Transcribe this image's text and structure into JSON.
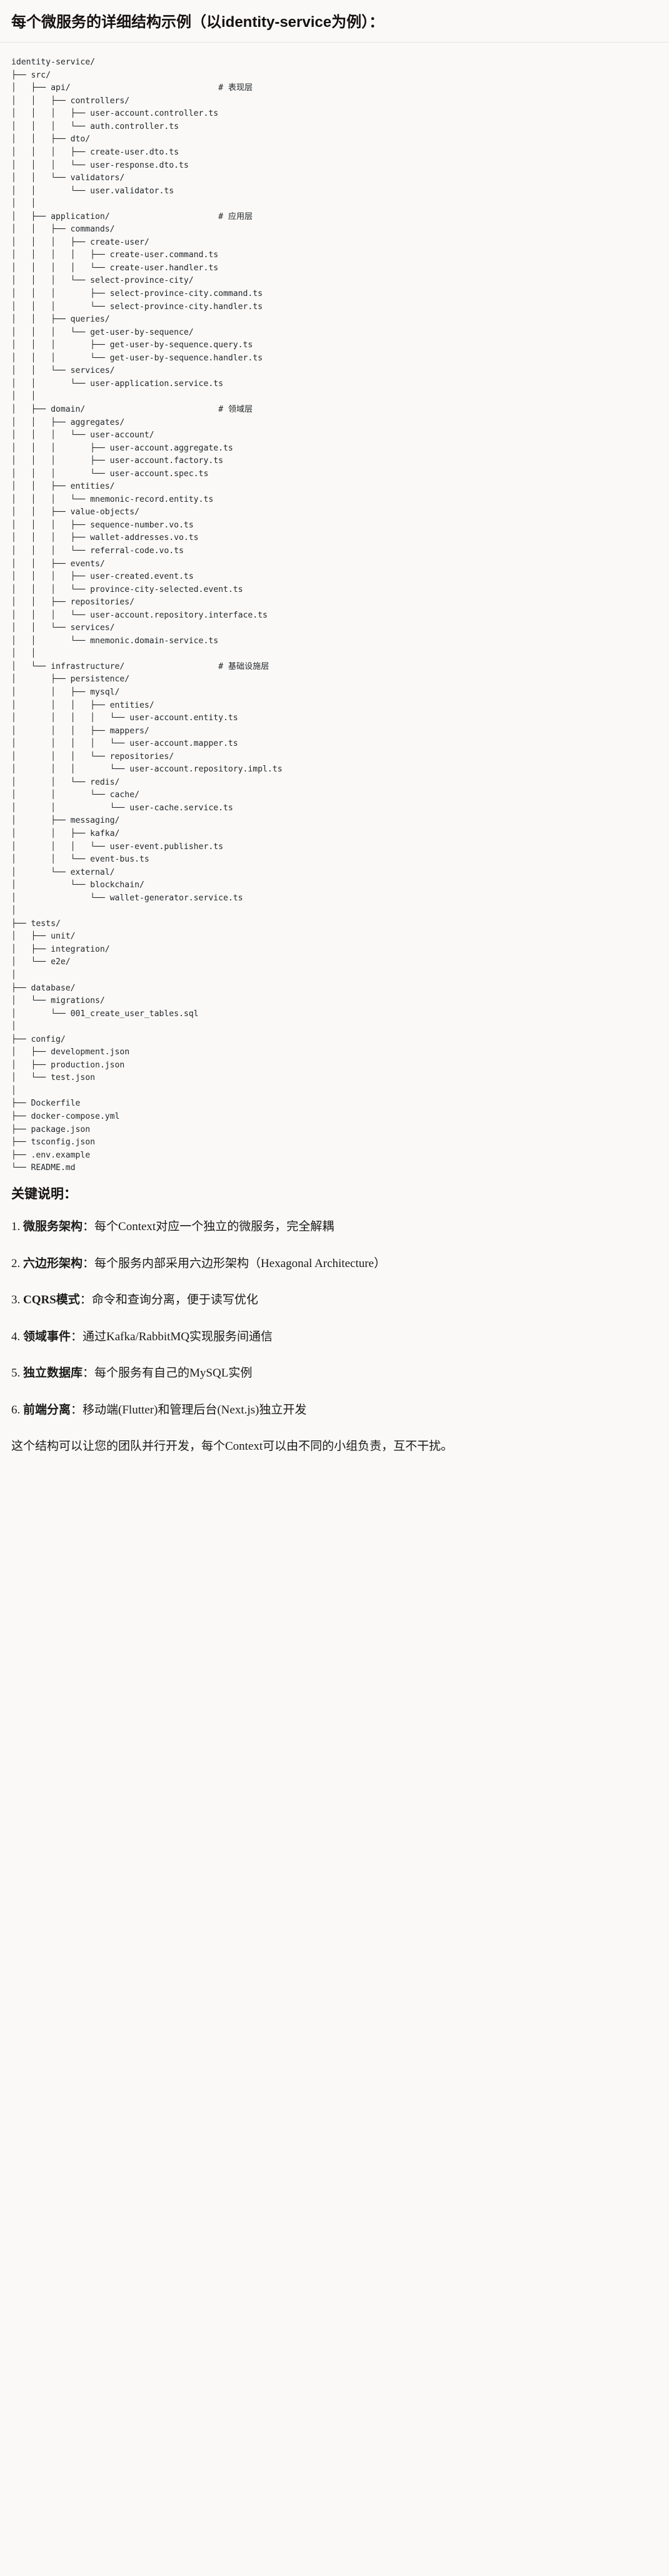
{
  "header": {
    "title": "每个微服务的详细结构示例（以identity-service为例）："
  },
  "tree": {
    "root": "identity-service/",
    "lines": [
      "identity-service/",
      "├── src/",
      "│   ├── api/                              # 表现层",
      "│   │   ├── controllers/",
      "│   │   │   ├── user-account.controller.ts",
      "│   │   │   └── auth.controller.ts",
      "│   │   ├── dto/",
      "│   │   │   ├── create-user.dto.ts",
      "│   │   │   └── user-response.dto.ts",
      "│   │   └── validators/",
      "│   │       └── user.validator.ts",
      "│   │",
      "│   ├── application/                      # 应用层",
      "│   │   ├── commands/",
      "│   │   │   ├── create-user/",
      "│   │   │   │   ├── create-user.command.ts",
      "│   │   │   │   └── create-user.handler.ts",
      "│   │   │   └── select-province-city/",
      "│   │   │       ├── select-province-city.command.ts",
      "│   │   │       └── select-province-city.handler.ts",
      "│   │   ├── queries/",
      "│   │   │   └── get-user-by-sequence/",
      "│   │   │       ├── get-user-by-sequence.query.ts",
      "│   │   │       └── get-user-by-sequence.handler.ts",
      "│   │   └── services/",
      "│   │       └── user-application.service.ts",
      "│   │",
      "│   ├── domain/                           # 领域层",
      "│   │   ├── aggregates/",
      "│   │   │   └── user-account/",
      "│   │   │       ├── user-account.aggregate.ts",
      "│   │   │       ├── user-account.factory.ts",
      "│   │   │       └── user-account.spec.ts",
      "│   │   ├── entities/",
      "│   │   │   └── mnemonic-record.entity.ts",
      "│   │   ├── value-objects/",
      "│   │   │   ├── sequence-number.vo.ts",
      "│   │   │   ├── wallet-addresses.vo.ts",
      "│   │   │   └── referral-code.vo.ts",
      "│   │   ├── events/",
      "│   │   │   ├── user-created.event.ts",
      "│   │   │   └── province-city-selected.event.ts",
      "│   │   ├── repositories/",
      "│   │   │   └── user-account.repository.interface.ts",
      "│   │   └── services/",
      "│   │       └── mnemonic.domain-service.ts",
      "│   │",
      "│   └── infrastructure/                   # 基础设施层",
      "│       ├── persistence/",
      "│       │   ├── mysql/",
      "│       │   │   ├── entities/",
      "│       │   │   │   └── user-account.entity.ts",
      "│       │   │   ├── mappers/",
      "│       │   │   │   └── user-account.mapper.ts",
      "│       │   │   └── repositories/",
      "│       │   │       └── user-account.repository.impl.ts",
      "│       │   └── redis/",
      "│       │       └── cache/",
      "│       │           └── user-cache.service.ts",
      "│       ├── messaging/",
      "│       │   ├── kafka/",
      "│       │   │   └── user-event.publisher.ts",
      "│       │   └── event-bus.ts",
      "│       └── external/",
      "│           └── blockchain/",
      "│               └── wallet-generator.service.ts",
      "│",
      "├── tests/",
      "│   ├── unit/",
      "│   ├── integration/",
      "│   └── e2e/",
      "│",
      "├── database/",
      "│   └── migrations/",
      "│       └── 001_create_user_tables.sql",
      "│",
      "├── config/",
      "│   ├── development.json",
      "│   ├── production.json",
      "│   └── test.json",
      "│",
      "├── Dockerfile",
      "├── docker-compose.yml",
      "├── package.json",
      "├── tsconfig.json",
      "├── .env.example",
      "└── README.md"
    ],
    "layer_comments": [
      {
        "path": "api/",
        "comment": "# 表现层"
      },
      {
        "path": "application/",
        "comment": "# 应用层"
      },
      {
        "path": "domain/",
        "comment": "# 领域层"
      },
      {
        "path": "infrastructure/",
        "comment": "# 基础设施层"
      }
    ]
  },
  "notes": {
    "heading": "关键说明：",
    "items": [
      {
        "num": "1.",
        "term": "微服务架构",
        "sep": "：",
        "desc": "每个Context对应一个独立的微服务，完全解耦"
      },
      {
        "num": "2.",
        "term": "六边形架构",
        "sep": "：",
        "desc": "每个服务内部采用六边形架构（Hexagonal Architecture）"
      },
      {
        "num": "3.",
        "term": "CQRS模式",
        "sep": "：",
        "desc": "命令和查询分离，便于读写优化"
      },
      {
        "num": "4.",
        "term": "领域事件",
        "sep": "：",
        "desc": "通过Kafka/RabbitMQ实现服务间通信"
      },
      {
        "num": "5.",
        "term": "独立数据库",
        "sep": "：",
        "desc": "每个服务有自己的MySQL实例"
      },
      {
        "num": "6.",
        "term": "前端分离",
        "sep": "：",
        "desc": "移动端(Flutter)和管理后台(Next.js)独立开发"
      }
    ],
    "closing": "这个结构可以让您的团队并行开发，每个Context可以由不同的小组负责，互不干扰。"
  },
  "colors": {
    "background": "#faf9f7",
    "text": "#1a1a1a",
    "code_text": "#22262b",
    "divider": "#e6e4e0"
  }
}
